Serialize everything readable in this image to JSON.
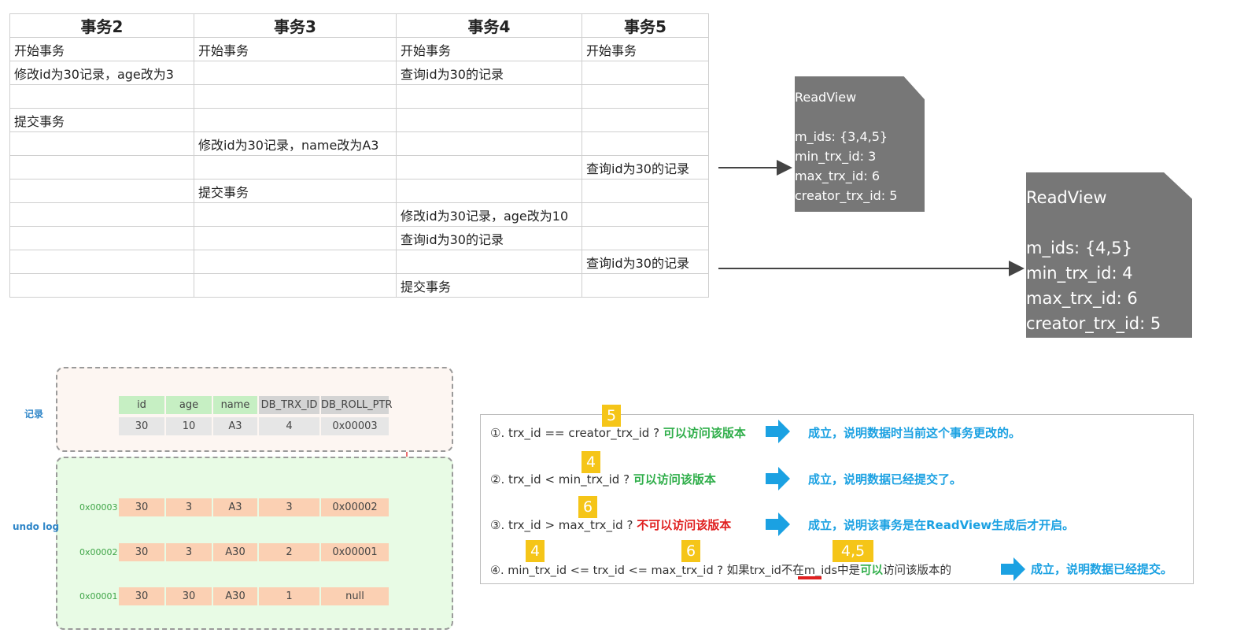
{
  "table": {
    "headers": [
      "事务2",
      "事务3",
      "事务4",
      "事务5"
    ],
    "rows": [
      [
        "开始事务",
        "开始事务",
        "开始事务",
        "开始事务"
      ],
      [
        "修改id为30记录，age改为3",
        "",
        "查询id为30的记录",
        ""
      ],
      [
        "",
        "",
        "",
        ""
      ],
      [
        "提交事务",
        "",
        "",
        ""
      ],
      [
        "",
        "修改id为30记录，name改为A3",
        "",
        ""
      ],
      [
        "",
        "",
        "",
        "查询id为30的记录"
      ],
      [
        "",
        "提交事务",
        "",
        ""
      ],
      [
        "",
        "",
        "修改id为30记录，age改为10",
        ""
      ],
      [
        "",
        "",
        "查询id为30的记录",
        ""
      ],
      [
        "",
        "",
        "",
        "查询id为30的记录"
      ],
      [
        "",
        "",
        "提交事务",
        ""
      ]
    ]
  },
  "readview1": {
    "title": "ReadView",
    "m_ids": "m_ids: {3,4,5}",
    "min_trx_id": "min_trx_id: 3",
    "max_trx_id": "max_trx_id: 6",
    "creator_trx_id": "creator_trx_id: 5"
  },
  "readview2": {
    "title": "ReadView",
    "m_ids": "m_ids: {4,5}",
    "min_trx_id": "min_trx_id: 4",
    "max_trx_id": "max_trx_id: 6",
    "creator_trx_id": "creator_trx_id: 5"
  },
  "record": {
    "label": "记录",
    "columns": [
      "id",
      "age",
      "name",
      "DB_TRX_ID",
      "DB_ROLL_PTR"
    ],
    "values": [
      "30",
      "10",
      "A3",
      "4",
      "0x00003"
    ]
  },
  "undo_log": {
    "label": "undo log",
    "entries": [
      {
        "addr": "0x00003",
        "values": [
          "30",
          "3",
          "A3",
          "3",
          "0x00002"
        ]
      },
      {
        "addr": "0x00002",
        "values": [
          "30",
          "3",
          "A30",
          "2",
          "0x00001"
        ]
      },
      {
        "addr": "0x00001",
        "values": [
          "30",
          "30",
          "A30",
          "1",
          "null"
        ]
      }
    ]
  },
  "rules": {
    "r1": {
      "text": "①. trx_id  == creator_trx_id ?",
      "access": "可以访问该版本",
      "result": "成立，说明数据时当前这个事务更改的。",
      "badge": "5"
    },
    "r2": {
      "text": "②. trx_id < min_trx_id ?",
      "access": "可以访问该版本",
      "result": "成立，说明数据已经提交了。",
      "badge": "4"
    },
    "r3": {
      "text": "③. trx_id > max_trx_id ?",
      "access": "不可以访问该版本",
      "result": "成立，说明该事务是在ReadView生成后才开启。",
      "badge": "6"
    },
    "r4": {
      "text_a": "④. min_trx_id <= trx_id <= max_trx_id ? 如果trx_id",
      "text_not": "不在",
      "text_b": "m_ids中是",
      "access": "可以",
      "text_c": "访问该版本的",
      "result": "成立，说明数据已经提交。",
      "badge_a": "4",
      "badge_b": "6",
      "badge_c": "4,5"
    }
  },
  "colors": {
    "readview_bg": "#777777",
    "accent_blue": "#1ba1e2",
    "ok_green": "#2fae4a",
    "no_red": "#e02020",
    "badge_yellow": "#f5c518"
  }
}
